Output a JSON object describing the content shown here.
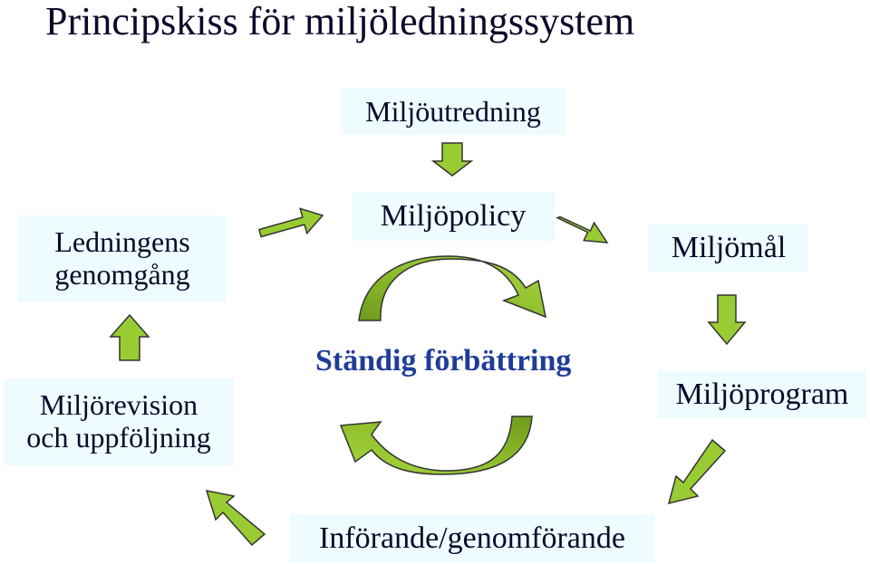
{
  "title": "Principskiss för miljöledningssystem",
  "nodes": {
    "miljoutredning": "Miljöutredning",
    "miljopolicy": "Miljöpolicy",
    "miljomal": "Miljömål",
    "miljoprogram": "Miljöprogram",
    "inforande": "Införande/genomförande",
    "miljorevision_line1": "Miljörevision",
    "miljorevision_line2": "och uppföljning",
    "ledningens_line1": "Ledningens",
    "ledningens_line2": "genomgång"
  },
  "center_caption": "Ständig förbättring",
  "colors": {
    "arrow_fill": "#99cc33",
    "arrow_dark": "#6f9b1e",
    "arrow_stroke": "#333333",
    "box_fill": "#eefbff",
    "caption_color": "#1f3c99",
    "text_color": "#0a0a2a"
  }
}
